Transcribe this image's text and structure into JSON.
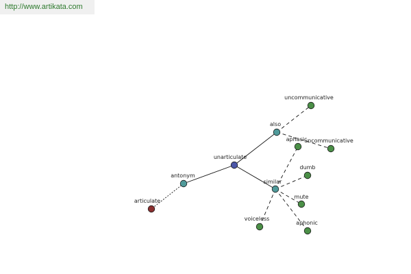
{
  "source_url": "http://www.artikata.com",
  "colors": {
    "center": "#4b56a8",
    "relation": "#4f9a9a",
    "word": "#4b8f47",
    "antonym_word": "#8a3030",
    "edge": "#111111"
  },
  "graph": {
    "nodes": [
      {
        "id": "unarticulate",
        "label": "unarticulate",
        "kind": "center"
      },
      {
        "id": "antonym",
        "label": "antonym",
        "kind": "relation"
      },
      {
        "id": "articulate",
        "label": "articulate",
        "kind": "antonym_word"
      },
      {
        "id": "also",
        "label": "also",
        "kind": "relation"
      },
      {
        "id": "similar",
        "label": "similar",
        "kind": "relation"
      },
      {
        "id": "uncommunicative1",
        "label": "uncommunicative",
        "kind": "word"
      },
      {
        "id": "uncommunicative2",
        "label": "uncommunicative",
        "kind": "word"
      },
      {
        "id": "aphasic",
        "label": "aphasic",
        "kind": "word"
      },
      {
        "id": "dumb",
        "label": "dumb",
        "kind": "word"
      },
      {
        "id": "mute",
        "label": "mute",
        "kind": "word"
      },
      {
        "id": "voiceless",
        "label": "voiceless",
        "kind": "word"
      },
      {
        "id": "aphonic",
        "label": "aphonic",
        "kind": "word"
      }
    ],
    "edges": [
      {
        "from": "unarticulate",
        "to": "antonym",
        "style": "solid"
      },
      {
        "from": "unarticulate",
        "to": "also",
        "style": "solid"
      },
      {
        "from": "unarticulate",
        "to": "similar",
        "style": "solid"
      },
      {
        "from": "antonym",
        "to": "articulate",
        "style": "dotted"
      },
      {
        "from": "also",
        "to": "uncommunicative1",
        "style": "dashed"
      },
      {
        "from": "also",
        "to": "uncommunicative2",
        "style": "dashed"
      },
      {
        "from": "similar",
        "to": "aphasic",
        "style": "dashed"
      },
      {
        "from": "similar",
        "to": "dumb",
        "style": "dashed"
      },
      {
        "from": "similar",
        "to": "mute",
        "style": "dashed"
      },
      {
        "from": "similar",
        "to": "voiceless",
        "style": "dashed"
      },
      {
        "from": "similar",
        "to": "aphonic",
        "style": "dashed"
      }
    ]
  }
}
